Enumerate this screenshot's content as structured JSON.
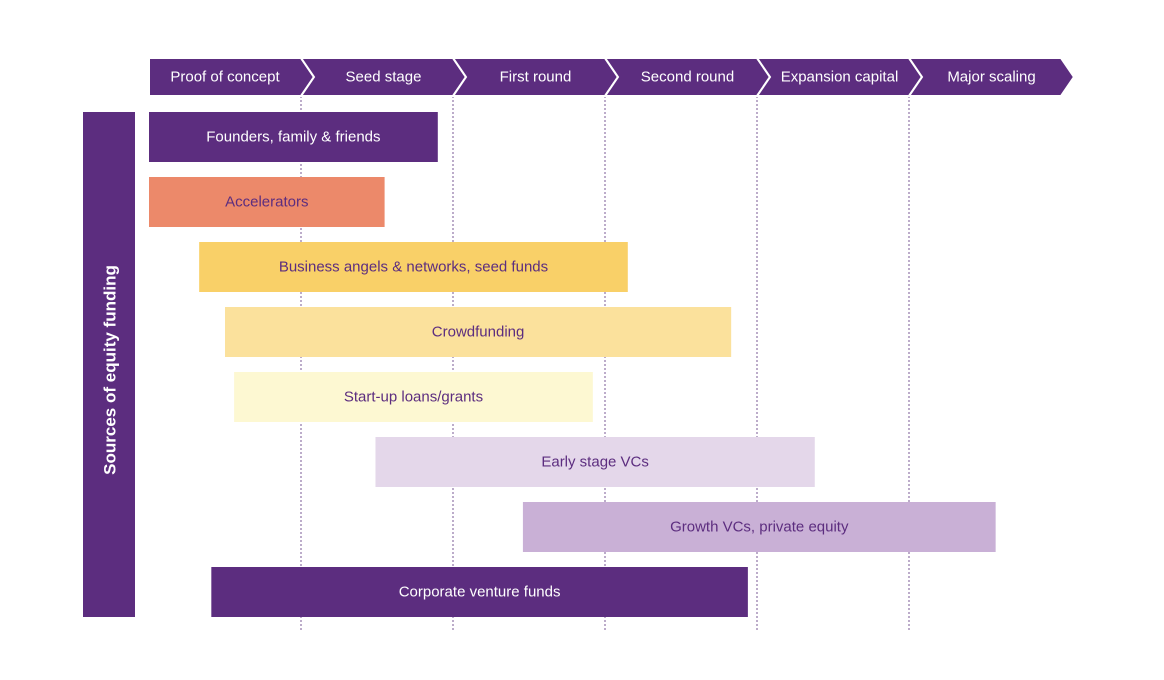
{
  "side_label": "Sources of equity funding",
  "stages": [
    {
      "label": "Proof of concept"
    },
    {
      "label": "Seed stage"
    },
    {
      "label": "First round"
    },
    {
      "label": "Second round"
    },
    {
      "label": "Expansion capital"
    },
    {
      "label": "Major scaling"
    }
  ],
  "sources": [
    {
      "name": "founders-family-friends-bar",
      "label": "Founders, family & friends",
      "start": 0.0,
      "end": 1.9,
      "color": "#5c2d7f",
      "text_color": "#ffffff"
    },
    {
      "name": "accelerators-bar",
      "label": "Accelerators",
      "start": 0.0,
      "end": 1.55,
      "color": "#ec896a",
      "text_color": "#5c2d7f"
    },
    {
      "name": "business-angels-bar",
      "label": "Business angels & networks, seed funds",
      "start": 0.33,
      "end": 3.15,
      "color": "#f9d068",
      "text_color": "#5c2d7f"
    },
    {
      "name": "crowdfunding-bar",
      "label": "Crowdfunding",
      "start": 0.5,
      "end": 3.83,
      "color": "#fbe19c",
      "text_color": "#5c2d7f"
    },
    {
      "name": "startup-loans-grants-bar",
      "label": "Start-up loans/grants",
      "start": 0.56,
      "end": 2.92,
      "color": "#fdf8d2",
      "text_color": "#5c2d7f"
    },
    {
      "name": "early-stage-vcs-bar",
      "label": "Early stage VCs",
      "start": 1.49,
      "end": 4.38,
      "color": "#e4d7ea",
      "text_color": "#5c2d7f"
    },
    {
      "name": "growth-vcs-bar",
      "label": "Growth VCs, private equity",
      "start": 2.46,
      "end": 5.57,
      "color": "#c9b0d6",
      "text_color": "#5c2d7f"
    },
    {
      "name": "corporate-venture-funds-bar",
      "label": "Corporate venture funds",
      "start": 0.41,
      "end": 3.94,
      "color": "#5c2d7f",
      "text_color": "#ffffff"
    }
  ],
  "colors": {
    "accent": "#5c2d7f",
    "divider": "#7a5a95"
  }
}
